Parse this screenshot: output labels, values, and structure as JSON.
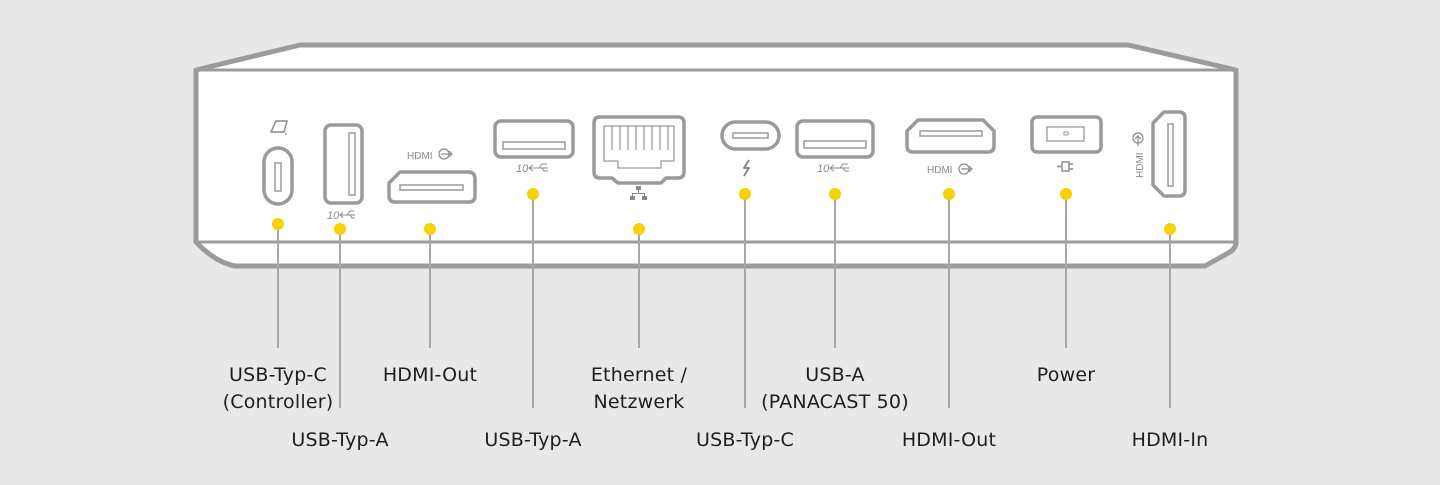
{
  "colors": {
    "background": "#e8e8e9",
    "device_body": "#ffffff",
    "outline": "#9b9b9b",
    "port_stroke": "#9a9a9a",
    "dot": "#f7d100",
    "leader": "#a8a8a8",
    "label_text": "#1e1e1e"
  },
  "ports": [
    {
      "id": "usb-c-controller",
      "lines": [
        "USB-Typ-C",
        "(Controller)"
      ],
      "icon": "tablet-controller-icon",
      "row": "upper"
    },
    {
      "id": "usb-a-1",
      "lines": [
        "USB-Typ-A"
      ],
      "icon": "usb-10gbps-icon",
      "icon_text": "10",
      "row": "lower"
    },
    {
      "id": "hdmi-out-1",
      "lines": [
        "HDMI-Out"
      ],
      "icon": "hdmi-out-icon",
      "icon_text": "HDMI",
      "row": "upper"
    },
    {
      "id": "usb-a-2",
      "lines": [
        "USB-Typ-A"
      ],
      "icon": "usb-10gbps-icon",
      "icon_text": "10",
      "row": "lower"
    },
    {
      "id": "ethernet",
      "lines": [
        "Ethernet /",
        "Netzwerk"
      ],
      "icon": "network-icon",
      "row": "upper"
    },
    {
      "id": "usb-c",
      "lines": [
        "USB-Typ-C"
      ],
      "icon": "thunderbolt-icon",
      "row": "lower"
    },
    {
      "id": "usb-a-panacast",
      "lines": [
        "USB-A",
        "(PANACAST 50)"
      ],
      "icon": "usb-10gbps-icon",
      "icon_text": "10",
      "row": "upper"
    },
    {
      "id": "hdmi-out-2",
      "lines": [
        "HDMI-Out"
      ],
      "icon": "hdmi-out-icon",
      "icon_text": "HDMI",
      "row": "lower"
    },
    {
      "id": "power",
      "lines": [
        "Power"
      ],
      "icon": "power-plug-icon",
      "row": "upper"
    },
    {
      "id": "hdmi-in",
      "lines": [
        "HDMI-In"
      ],
      "icon": "hdmi-in-icon",
      "icon_text": "HDMI",
      "row": "lower"
    }
  ]
}
